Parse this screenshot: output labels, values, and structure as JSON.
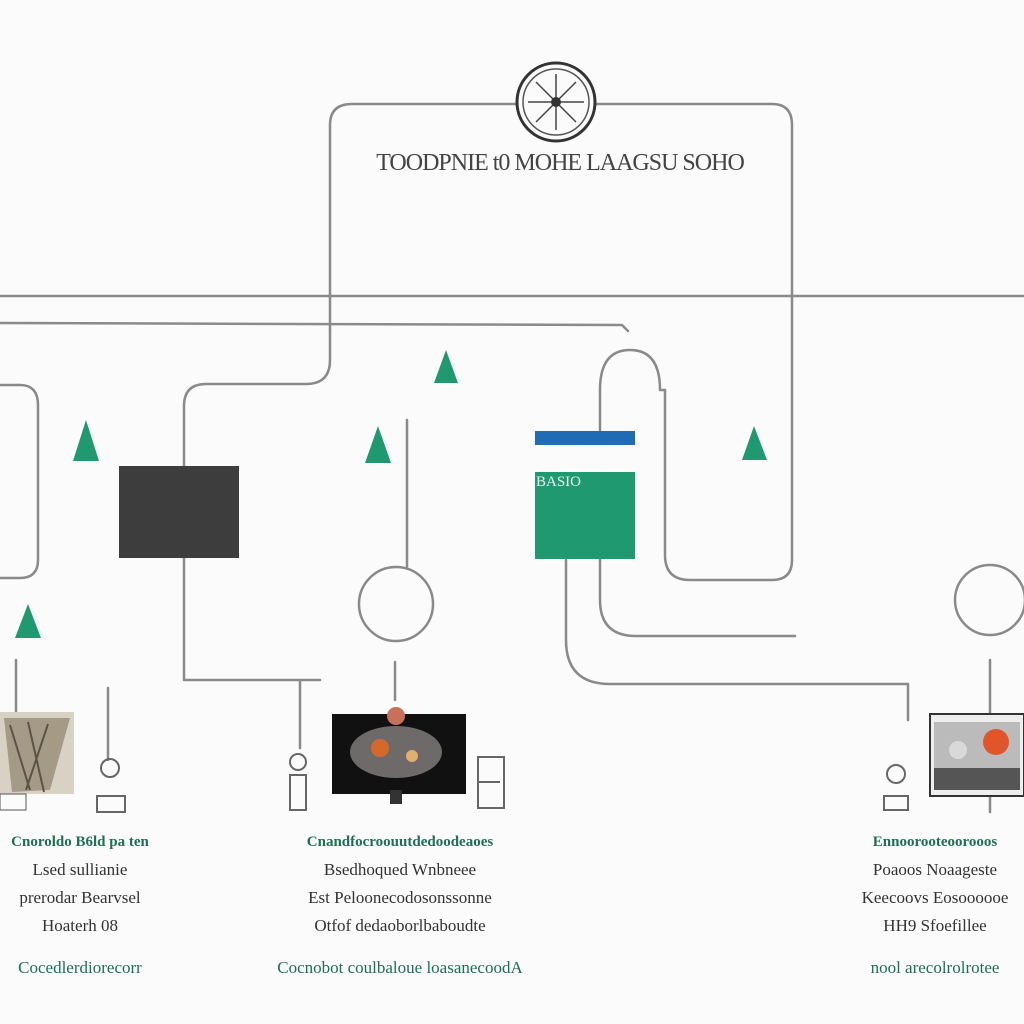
{
  "diagram": {
    "title": "TOODPNIE t0 MOHE LAAGSU SOHO",
    "block_label": "BASIO",
    "colors": {
      "line": "#8a8a8a",
      "accent_green": "#1f9a70",
      "dark_block": "#3d3d3d",
      "blue_bar": "#1f6bb4"
    },
    "icons": [
      "clock-icon",
      "triangle-marker-icon",
      "photo-thumbnail-icon"
    ]
  },
  "captions": {
    "left": {
      "heading": "Cnoroldo B6ld pa ten",
      "lines": [
        "Lsed sullianie",
        "prerodar Bearvsel",
        "Hoaterh 08"
      ],
      "footer": "Cocedlerdiorecorr"
    },
    "middle": {
      "heading": "Cnandfocroouutdedoodeaoes",
      "lines": [
        "Bsedhoqued Wnbneee",
        "Est Peloonecodosonssonne",
        "Otfof dedaoborlbaboudte"
      ],
      "footer": "Cocnobot coulbaloue loasanecoodA"
    },
    "right": {
      "heading": "Ennoorooteoorooos",
      "lines": [
        "Poaoos Noaageste",
        "Keecoovs Eosoooooe",
        "HH9 Sfoefillee"
      ],
      "footer": "nool arecolrolrotee"
    }
  }
}
